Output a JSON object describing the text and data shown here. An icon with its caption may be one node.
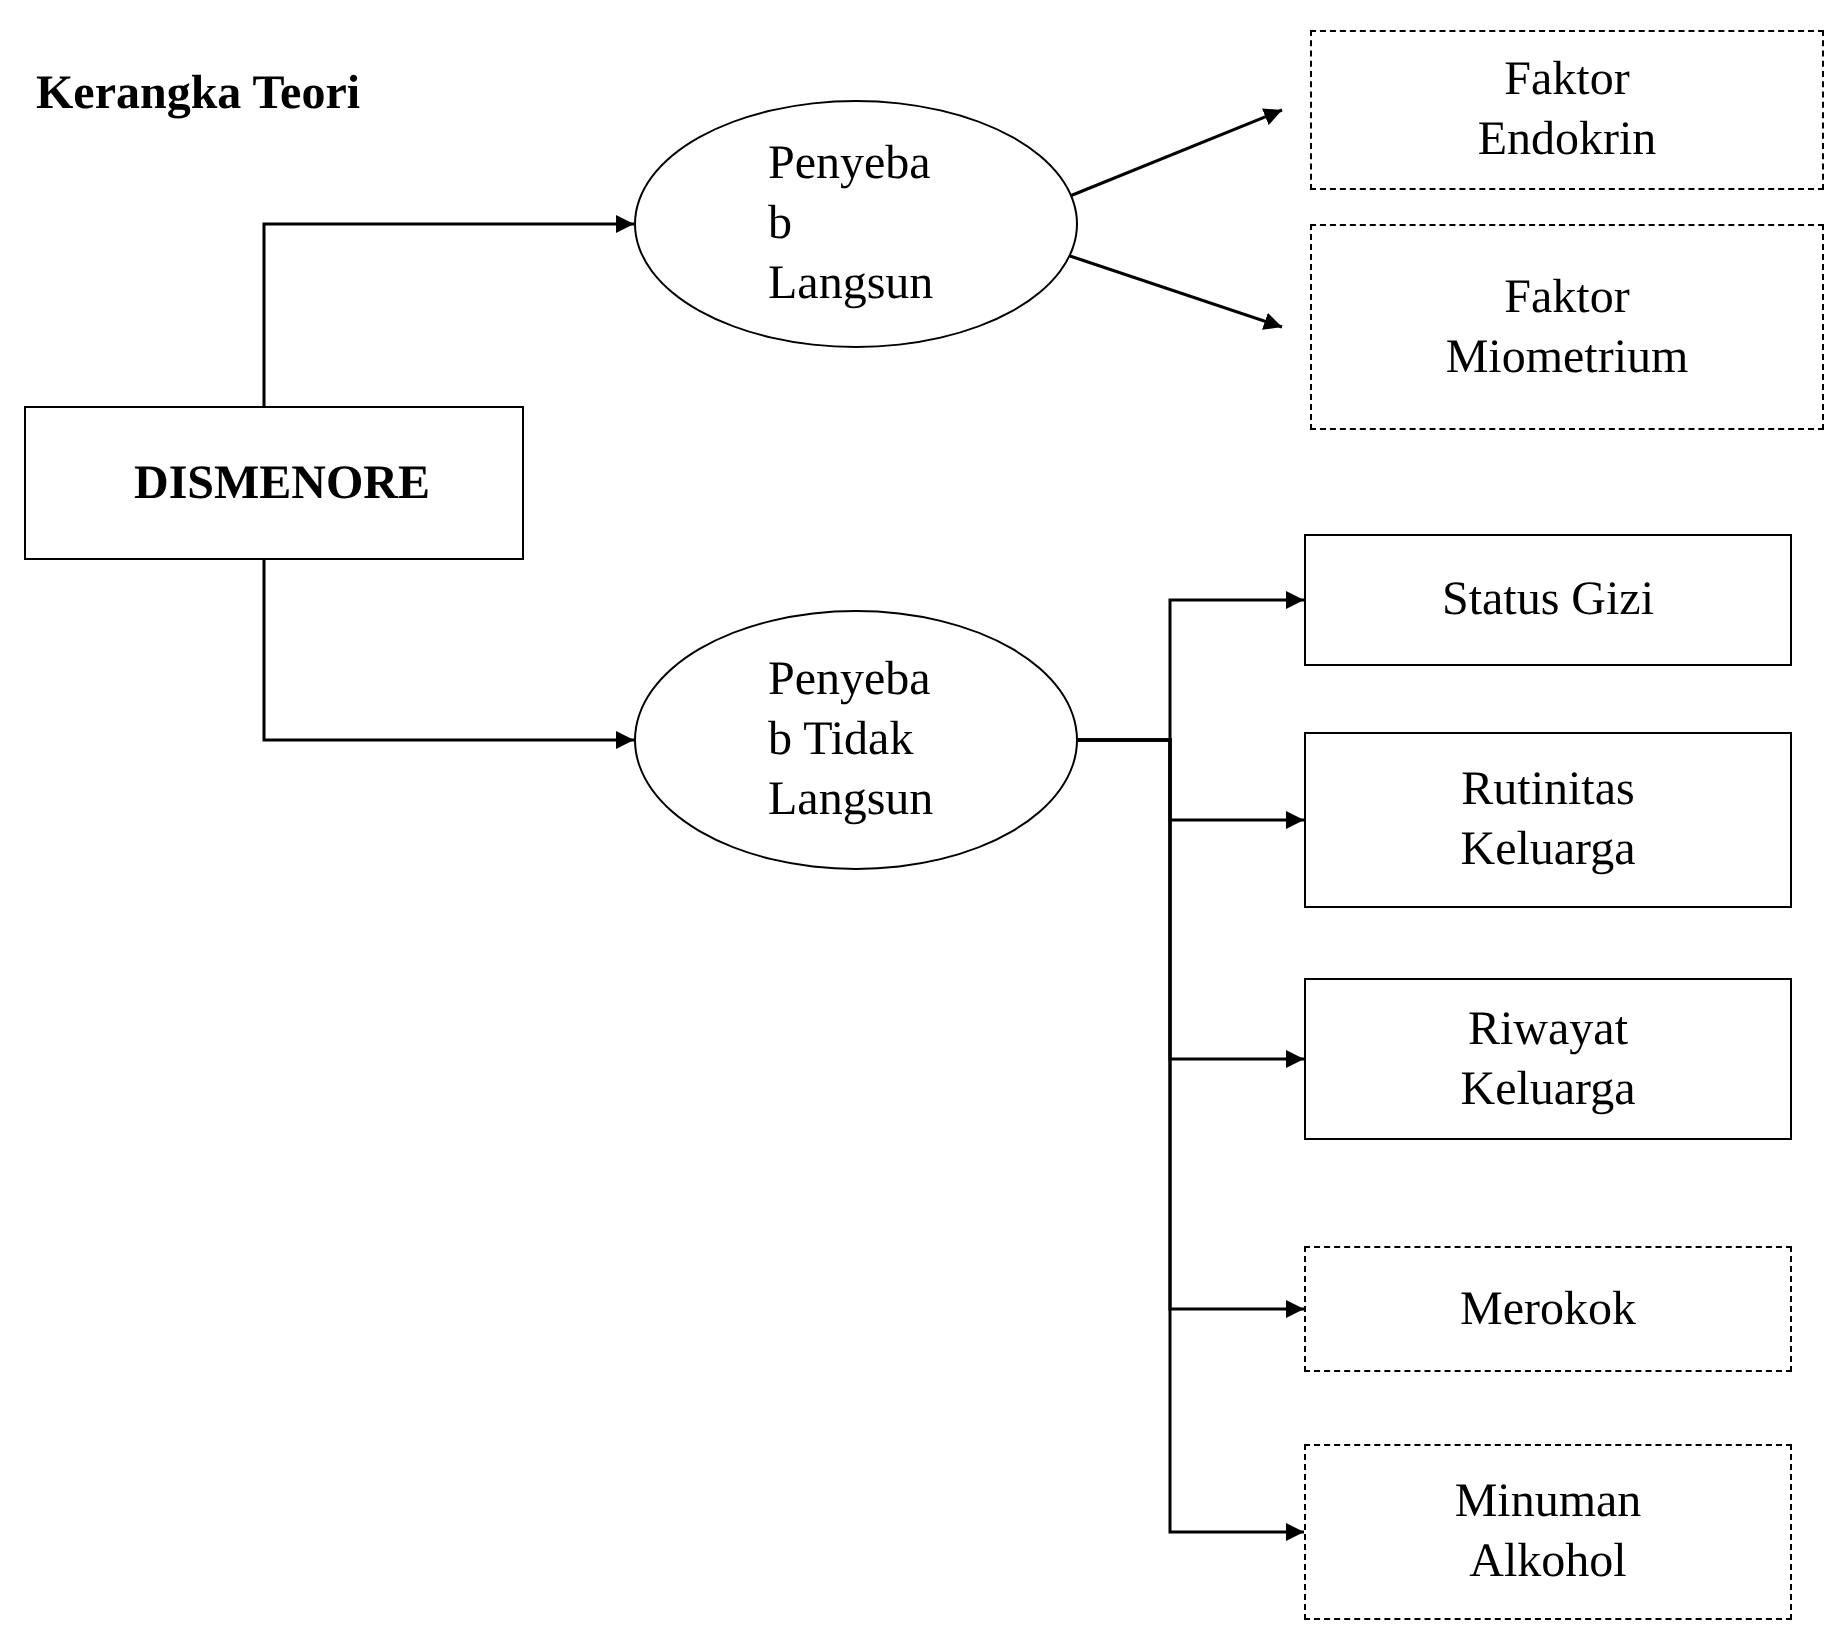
{
  "diagram": {
    "title": "Kerangka Teori",
    "nodes": [
      {
        "text": [
          "DISMENORE"
        ]
      },
      {
        "text": [
          "Penyeba b Langsun"
        ]
      },
      {
        "text": [
          "Faktor Endokrin"
        ]
      },
      {
        "text": [
          "Faktor Miometrium"
        ]
      },
      {
        "text": [
          "Penyeba b Tidak Langsun"
        ]
      },
      {
        "text": [
          "Status Gizi"
        ]
      },
      {
        "text": [
          "Rutinitas Keluarga"
        ]
      },
      {
        "text": [
          "Riwayat Keluarga"
        ]
      },
      {
        "text": [
          "Merokok"
        ]
      },
      {
        "text": [
          "Minuman Alkohol"
        ]
      }
    ],
    "edges": [
      {
        "from": 0,
        "to": 1,
        "arrow": "to"
      },
      {
        "from": 0,
        "to": 4,
        "arrow": "to"
      },
      {
        "from": 1,
        "to": 2,
        "arrow": "to"
      },
      {
        "from": 1,
        "to": 3,
        "arrow": "to"
      },
      {
        "from": 4,
        "to": 5,
        "arrow": "to"
      },
      {
        "from": 4,
        "to": 6,
        "arrow": "to"
      },
      {
        "from": 4,
        "to": 7,
        "arrow": "to"
      },
      {
        "from": 4,
        "to": 8,
        "arrow": "to"
      },
      {
        "from": 4,
        "to": 9,
        "arrow": "to"
      }
    ]
  }
}
